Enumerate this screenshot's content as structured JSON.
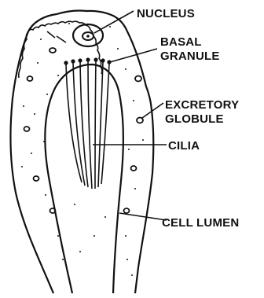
{
  "diagram": {
    "labels": {
      "nucleus": "NUCLEUS",
      "basal_granule_line1": "BASAL",
      "basal_granule_line2": "GRANULE",
      "excretory_globule_line1": "EXCRETORY",
      "excretory_globule_line2": "GLOBULE",
      "cilia": "CILIA",
      "cell_lumen": "CELL LUMEN"
    },
    "colors": {
      "ink": "#111111",
      "background": "#ffffff"
    }
  }
}
